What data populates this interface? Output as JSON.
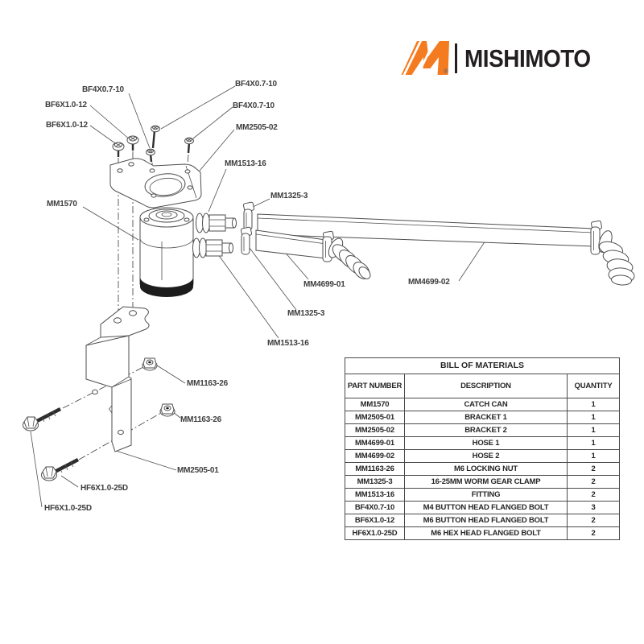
{
  "logo": {
    "brand": "MISHIMOTO",
    "registered_mark": "®",
    "orange": "#F47B20",
    "black": "#231F20"
  },
  "diagram": {
    "line_color": "#4e4e4e",
    "labels": [
      {
        "id": "bf4x07-10-top-left",
        "text": "BF4X0.7-10"
      },
      {
        "id": "bf6x10-12-upper",
        "text": "BF6X1.0-12"
      },
      {
        "id": "bf6x10-12-lower",
        "text": "BF6X1.0-12"
      },
      {
        "id": "bf4x07-10-top-right",
        "text": "BF4X0.7-10"
      },
      {
        "id": "bf4x07-10-right",
        "text": "BF4X0.7-10"
      },
      {
        "id": "mm2505-02",
        "text": "MM2505-02"
      },
      {
        "id": "mm1513-16-upper",
        "text": "MM1513-16"
      },
      {
        "id": "mm1325-3-upper",
        "text": "MM1325-3"
      },
      {
        "id": "mm1570",
        "text": "MM1570"
      },
      {
        "id": "mm4699-01",
        "text": "MM4699-01"
      },
      {
        "id": "mm4699-02",
        "text": "MM4699-02"
      },
      {
        "id": "mm1325-3-lower",
        "text": "MM1325-3"
      },
      {
        "id": "mm1513-16-lower",
        "text": "MM1513-16"
      },
      {
        "id": "mm1163-26-upper",
        "text": "MM1163-26"
      },
      {
        "id": "mm1163-26-lower",
        "text": "MM1163-26"
      },
      {
        "id": "mm2505-01",
        "text": "MM2505-01"
      },
      {
        "id": "hf6x10-25d-upper",
        "text": "HF6X1.0-25D"
      },
      {
        "id": "hf6x10-25d-lower",
        "text": "HF6X1.0-25D"
      }
    ]
  },
  "bom": {
    "title": "BILL OF MATERIALS",
    "columns": {
      "part": "PART NUMBER",
      "description": "DESCRIPTION",
      "quantity": "QUANTITY"
    },
    "rows": [
      {
        "part": "MM1570",
        "description": "CATCH CAN",
        "qty": "1"
      },
      {
        "part": "MM2505-01",
        "description": "BRACKET 1",
        "qty": "1"
      },
      {
        "part": "MM2505-02",
        "description": "BRACKET 2",
        "qty": "1"
      },
      {
        "part": "MM4699-01",
        "description": "HOSE 1",
        "qty": "1"
      },
      {
        "part": "MM4699-02",
        "description": "HOSE 2",
        "qty": "1"
      },
      {
        "part": "MM1163-26",
        "description": "M6 LOCKING NUT",
        "qty": "2"
      },
      {
        "part": "MM1325-3",
        "description": "16-25MM WORM GEAR CLAMP",
        "qty": "2"
      },
      {
        "part": "MM1513-16",
        "description": "FITTING",
        "qty": "2"
      },
      {
        "part": "BF4X0.7-10",
        "description": "M4 BUTTON HEAD FLANGED BOLT",
        "qty": "3"
      },
      {
        "part": "BF6X1.0-12",
        "description": "M6 BUTTON HEAD FLANGED BOLT",
        "qty": "2"
      },
      {
        "part": "HF6X1.0-25D",
        "description": "M6 HEX HEAD FLANGED BOLT",
        "qty": "2"
      }
    ]
  }
}
